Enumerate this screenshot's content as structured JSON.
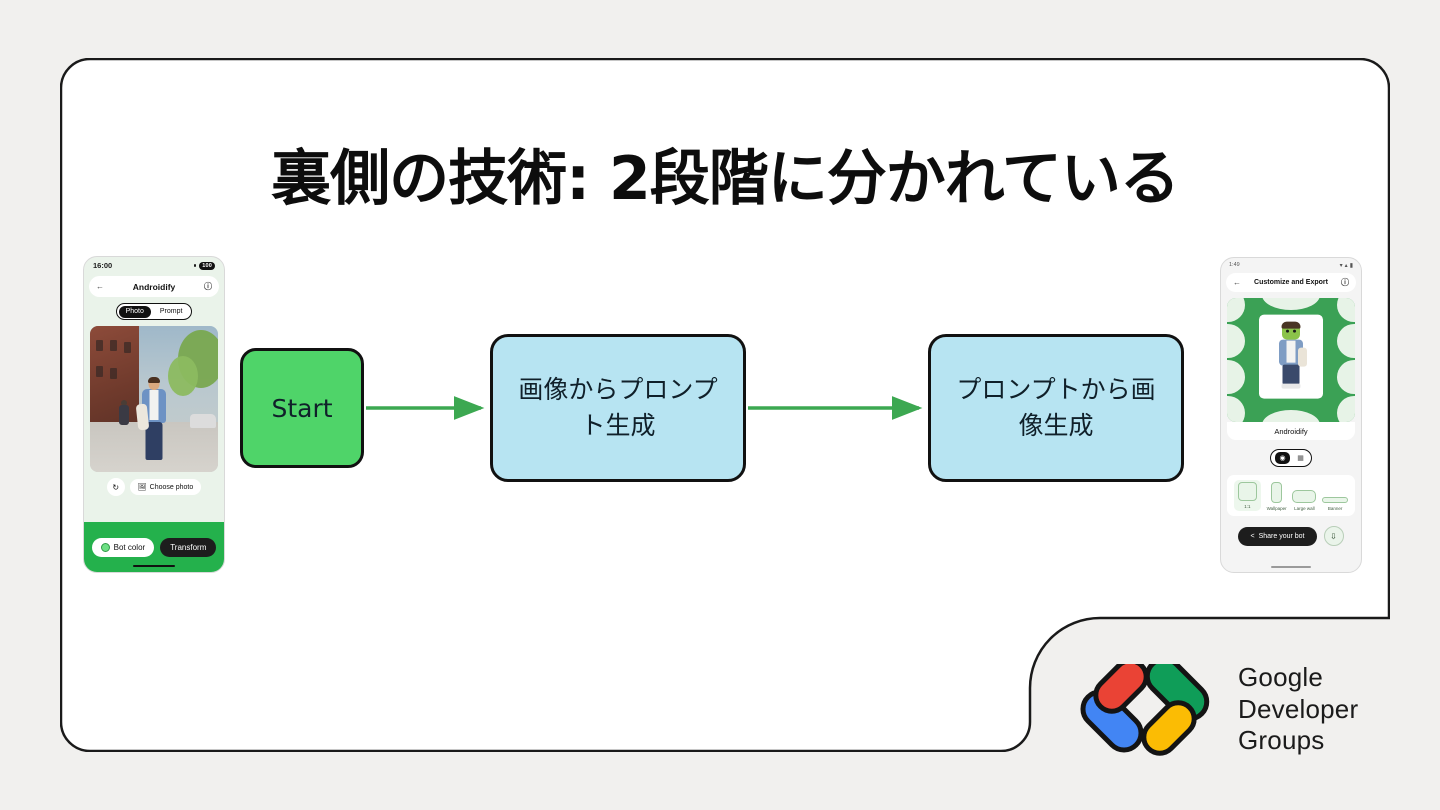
{
  "slide": {
    "title": "裏側の技術: 2段階に分かれている",
    "background_color": "#F1F0EE",
    "card_fill": "#FFFFFF",
    "card_border_color": "#1A1A1A"
  },
  "flow": {
    "arrow_color": "#3CA851",
    "nodes": [
      {
        "id": "start",
        "label": "Start",
        "fill": "#4FD469",
        "border": "#111111"
      },
      {
        "id": "image-to-prompt",
        "label": "画像からプロンプト生成",
        "fill": "#B7E4F2",
        "border": "#111111"
      },
      {
        "id": "prompt-to-image",
        "label": "プロンプトから画像生成",
        "fill": "#B7E4F2",
        "border": "#111111"
      }
    ],
    "edges": [
      {
        "from": "Start",
        "to": "画像からプロンプト生成"
      },
      {
        "from": "画像からプロンプト生成",
        "to": "プロンプトから画像生成"
      }
    ]
  },
  "phone_left": {
    "status_time": "16:00",
    "battery_level": "100",
    "app_title": "Androidify",
    "back_icon": "arrow-left-icon",
    "info_icon": "info-icon",
    "segments": [
      {
        "label": "Photo",
        "selected": true
      },
      {
        "label": "Prompt",
        "selected": false
      }
    ],
    "refresh_icon": "refresh-icon",
    "choose_photo_label": "Choose photo",
    "choose_photo_icon": "image-icon",
    "bot_color_label": "Bot color",
    "bot_color_swatch": "#6DDF84",
    "transform_label": "Transform",
    "bottom_bar_color": "#24B14C"
  },
  "phone_right": {
    "status_time": "1:49",
    "status_icons": "wifi-signal-battery",
    "app_title": "Customize and Export",
    "back_icon": "arrow-left-icon",
    "info_icon": "info-icon",
    "result_name": "Androidify",
    "hero_background": "#3BA155",
    "view_toggle": [
      {
        "icon": "sticker-icon",
        "selected": true
      },
      {
        "icon": "grid-icon",
        "selected": false
      }
    ],
    "formats": [
      {
        "label": "1:1",
        "selected": true
      },
      {
        "label": "Wallpaper",
        "selected": false
      },
      {
        "label": "Large wall",
        "selected": false
      },
      {
        "label": "Banner",
        "selected": false
      }
    ],
    "share_label": "Share your bot",
    "share_icon": "share-icon",
    "download_icon": "download-icon"
  },
  "logo": {
    "name": "google-developer-groups-logo",
    "lines": [
      "Google",
      "Developer",
      "Groups"
    ],
    "colors": {
      "red": "#EA4335",
      "blue": "#4285F4",
      "green": "#0F9D58",
      "yellow": "#FBBC04"
    }
  }
}
